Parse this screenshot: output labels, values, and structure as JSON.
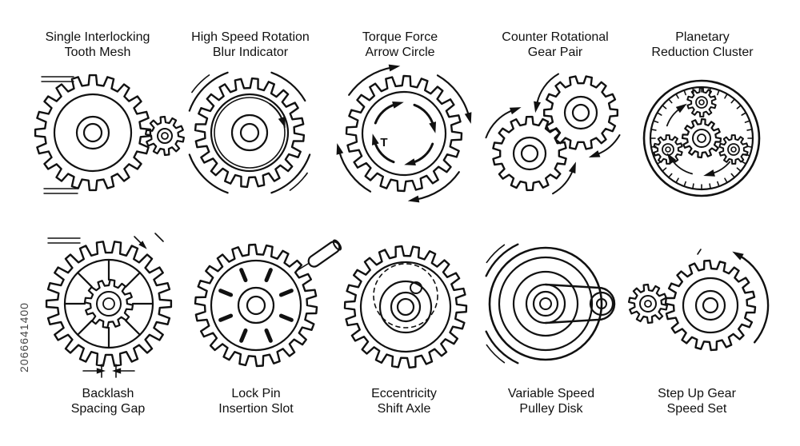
{
  "icons": [
    {
      "name": "single-interlocking-tooth-mesh",
      "lines": [
        "Single Interlocking",
        "Tooth Mesh"
      ]
    },
    {
      "name": "high-speed-rotation-blur-indicator",
      "lines": [
        "High Speed Rotation",
        "Blur Indicator"
      ]
    },
    {
      "name": "torque-force-arrow-circle",
      "lines": [
        "Torque Force",
        "Arrow Circle"
      ],
      "symbol": "T"
    },
    {
      "name": "counter-rotational-gear-pair",
      "lines": [
        "Counter Rotational",
        "Gear Pair"
      ]
    },
    {
      "name": "planetary-reduction-cluster",
      "lines": [
        "Planetary",
        "Reduction Cluster"
      ]
    },
    {
      "name": "backlash-spacing-gap",
      "lines": [
        "Backlash",
        "Spacing Gap"
      ]
    },
    {
      "name": "lock-pin-insertion-slot",
      "lines": [
        "Lock Pin",
        "Insertion Slot"
      ]
    },
    {
      "name": "eccentricity-shift-axle",
      "lines": [
        "Eccentricity",
        "Shift Axle"
      ]
    },
    {
      "name": "variable-speed-pulley-disk",
      "lines": [
        "Variable Speed",
        "Pulley Disk"
      ]
    },
    {
      "name": "step-up-gear-speed-set",
      "lines": [
        "Step Up Gear",
        "Speed Set"
      ]
    }
  ],
  "stock_id": "2066641400",
  "colors": {
    "ink": "#111111",
    "background": "#ffffff"
  }
}
